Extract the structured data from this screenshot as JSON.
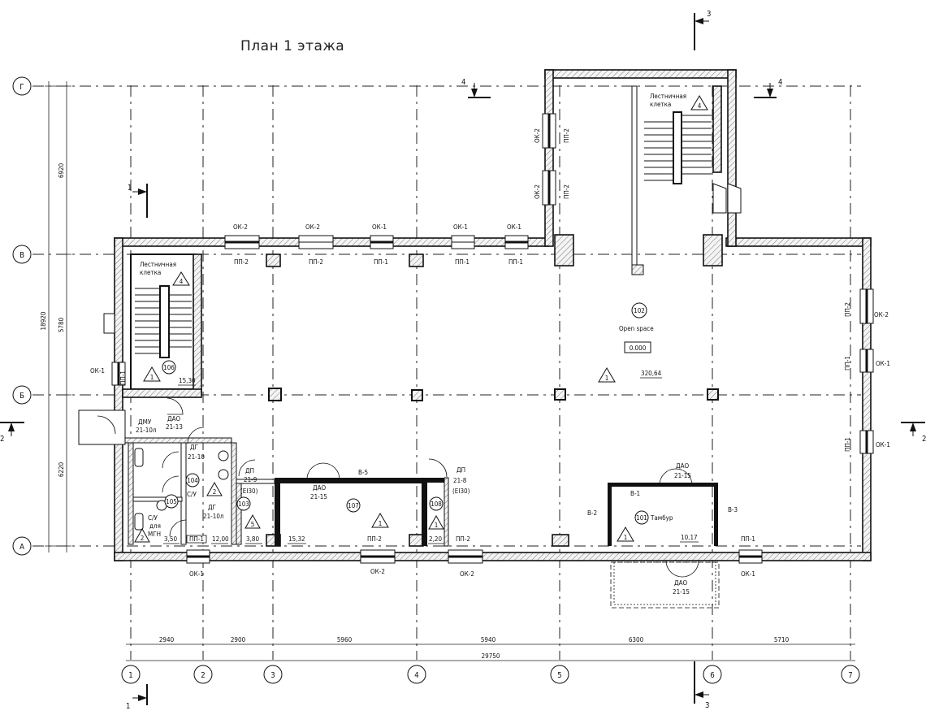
{
  "title": "План 1 этажа",
  "axes": {
    "horizontal": [
      "Г",
      "В",
      "Б",
      "А"
    ],
    "vertical": [
      "1",
      "2",
      "3",
      "4",
      "5",
      "6",
      "7"
    ]
  },
  "dimensions": {
    "left_total": "18920",
    "left_parts": [
      "6920",
      "5780",
      "6220"
    ],
    "bottom_parts": [
      "2940",
      "2900",
      "5960",
      "5940",
      "6300",
      "5710"
    ],
    "bottom_total": "29750"
  },
  "sections": {
    "s1": "1",
    "s2": "2",
    "s3": "3",
    "s4": "4"
  },
  "rooms": {
    "open_space": {
      "num": "102",
      "name": "Open space",
      "level": "0.000",
      "area": "320,64",
      "cls": "1"
    },
    "stair_top": {
      "name1": "Лестничная",
      "name2": "клетка",
      "cls": "4"
    },
    "stair_left": {
      "name1": "Лестничная",
      "name2": "клетка",
      "cls": "4",
      "num": "106",
      "area": "15,30",
      "cls2": "1"
    },
    "tambur": {
      "num": "101",
      "name": "Тамбур",
      "area": "10,17",
      "cls": "1"
    },
    "r107": {
      "num": "107",
      "area": "15,32",
      "cls": "1"
    },
    "r108": {
      "num": "108",
      "area": "2,20",
      "cls": "1"
    },
    "r103": {
      "num": "103",
      "area": "3,80",
      "cls": "5"
    },
    "r104": {
      "num": "104",
      "name": "С/У",
      "cls": "2"
    },
    "r105": {
      "num": "105",
      "name1": "С/У",
      "name2": "для",
      "name3": "МГН",
      "area": "3,50",
      "cls": "2",
      "area2": "12,00"
    }
  },
  "marks": {
    "ok1": "ОК-1",
    "ok2": "ОК-2",
    "pp1": "ПП-1",
    "pp2": "ПП-2",
    "dao": "ДАО",
    "dao2115": "21-15",
    "dao2113": "21-13",
    "dmu": "ДМУ",
    "dmu_code": "21-10л",
    "dg": "ДГ",
    "dg_code1": "21-10",
    "dg_code2": "21-10л",
    "dp": "ДП",
    "dp_code1": "21-9",
    "dp_code2": "21-8",
    "ei": "(EI30)",
    "b1": "В-1",
    "b2": "В-2",
    "b3": "В-3",
    "b5": "В-5"
  }
}
